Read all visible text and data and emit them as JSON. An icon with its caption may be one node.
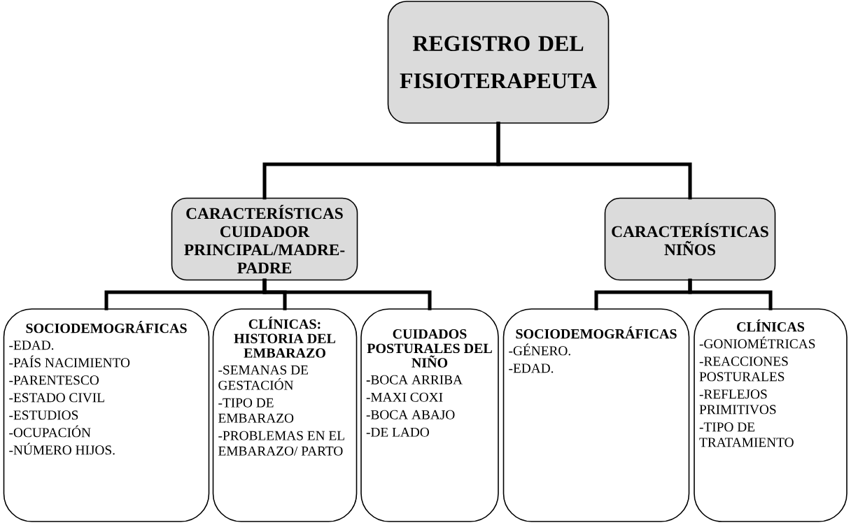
{
  "diagram": {
    "nodes": [
      {
        "text": [
          "REGISTRO DEL FISIOTERAPEUTA"
        ]
      },
      {
        "text": [
          "CARACTERÍSTICAS CUIDADOR PRINCIPAL/MADRE-PADRE"
        ]
      },
      {
        "text": [
          "CARACTERÍSTICAS NIÑOS"
        ]
      },
      {
        "text": [
          "SOCIODEMOGRÁFICAS",
          "-EDAD.",
          "-PAÍS NACIMIENTO",
          "-PARENTESCO",
          "-ESTADO CIVIL",
          "-ESTUDIOS",
          "-OCUPACIÓN",
          "-NÚMERO HIJOS."
        ]
      },
      {
        "text": [
          "CLÍNICAS: HISTORIA DEL EMBARAZO",
          "-SEMANAS DE GESTACIÓN",
          "-TIPO DE EMBARAZO",
          "-PROBLEMAS EN EL EMBARAZO/ PARTO"
        ]
      },
      {
        "text": [
          "CUIDADOS POSTURALES DEL NIÑO",
          "**-**BOCA ARRIBA",
          "-MAXI COXI",
          "-BOCA ABAJO",
          "-DE LADO"
        ]
      },
      {
        "text": [
          "SOCIODEMOGRÁFICAS",
          "-GÉNERO.",
          "-EDAD."
        ]
      },
      {
        "text": [
          "CLÍNICAS",
          "-GONIOMÉTRICAS",
          "-REACCIONES POSTURALES",
          "-REFLEJOS PRIMITIVOS",
          "-TIPO DE TRATAMIENTO"
        ]
      }
    ],
    "edges": [
      {
        "from": 0,
        "to": 1,
        "arrow": "none"
      },
      {
        "from": 0,
        "to": 2,
        "arrow": "none"
      },
      {
        "from": 1,
        "to": 3,
        "arrow": "none"
      },
      {
        "from": 1,
        "to": 4,
        "arrow": "none"
      },
      {
        "from": 1,
        "to": 5,
        "arrow": "none"
      },
      {
        "from": 2,
        "to": 6,
        "arrow": "none"
      },
      {
        "from": 2,
        "to": 7,
        "arrow": "none"
      }
    ]
  }
}
